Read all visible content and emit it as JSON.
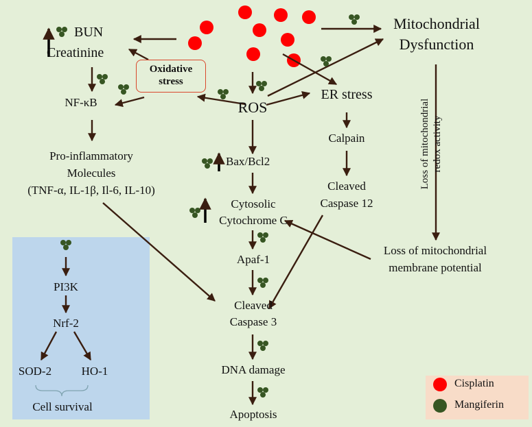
{
  "colors": {
    "background": "#e4efd8",
    "panel": "#bdd6ec",
    "legend_box": "#f8dcc8",
    "cisplatin": "#ff0000",
    "mangiferin": "#375623",
    "arrow": "#3a1e10",
    "oxidative_border": "#d9472b"
  },
  "nodes": {
    "bun": "BUN",
    "creatinine": "Creatinine",
    "oxidative_stress": "Oxidative\nstress",
    "nfkb": "NF-κB",
    "pro_inflammatory_1": "Pro-inflammatory",
    "pro_inflammatory_2": "Molecules",
    "pro_inflammatory_3": "(TNF-α, IL-1β, Il-6, IL-10)",
    "ros": "ROS",
    "er_stress": "ER stress",
    "calpain": "Calpain",
    "cleaved_caspase12_1": "Cleaved",
    "cleaved_caspase12_2": "Caspase 12",
    "mito_dysfunction_1": "Mitochondrial",
    "mito_dysfunction_2": "Dysfunction",
    "redox_activity": "Loss of mitochondrial\nredox activity",
    "membrane_potential_1": "Loss of mitochondrial",
    "membrane_potential_2": "membrane potential",
    "bax_bcl2": "Bax/Bcl2",
    "cytosolic_1": "Cytosolic",
    "cytosolic_2": "Cytochrome C",
    "apaf1": "Apaf-1",
    "cleaved_caspase3_1": "Cleaved",
    "cleaved_caspase3_2": "Caspase 3",
    "dna_damage": "DNA damage",
    "apoptosis": "Apoptosis"
  },
  "panel": {
    "pi3k": "PI3K",
    "nrf2": "Nrf-2",
    "sod2": "SOD-2",
    "ho1": "HO-1",
    "cell_survival": "Cell survival"
  },
  "legend": {
    "cisplatin": "Cisplatin",
    "mangiferin": "Mangiferin"
  },
  "icons": {
    "cisplatin_dot": "red-circle",
    "mangiferin_cluster": "three-green-dots",
    "increase": "up-arrow"
  }
}
